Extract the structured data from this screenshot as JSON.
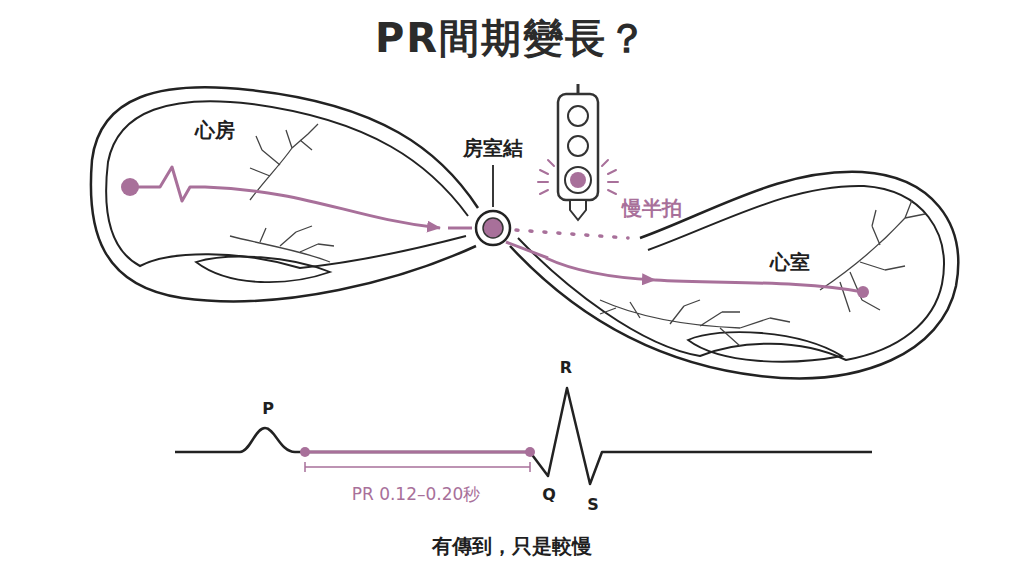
{
  "diagram": {
    "title": "PR間期變長？",
    "caption": "有傳到，只是較慢",
    "nodes": [
      {
        "text": [
          "心房"
        ]
      },
      {
        "text": [
          "房室結"
        ]
      },
      {
        "text": [
          "心室"
        ]
      }
    ],
    "edges": [
      {
        "from": 0,
        "to": 1,
        "arrow": "to"
      },
      {
        "from": 1,
        "to": 2,
        "arrow": "to"
      }
    ],
    "labels": [
      "慢半拍",
      "P",
      "R",
      "PR 0.12–0.20秒",
      "Q",
      "S"
    ]
  }
}
